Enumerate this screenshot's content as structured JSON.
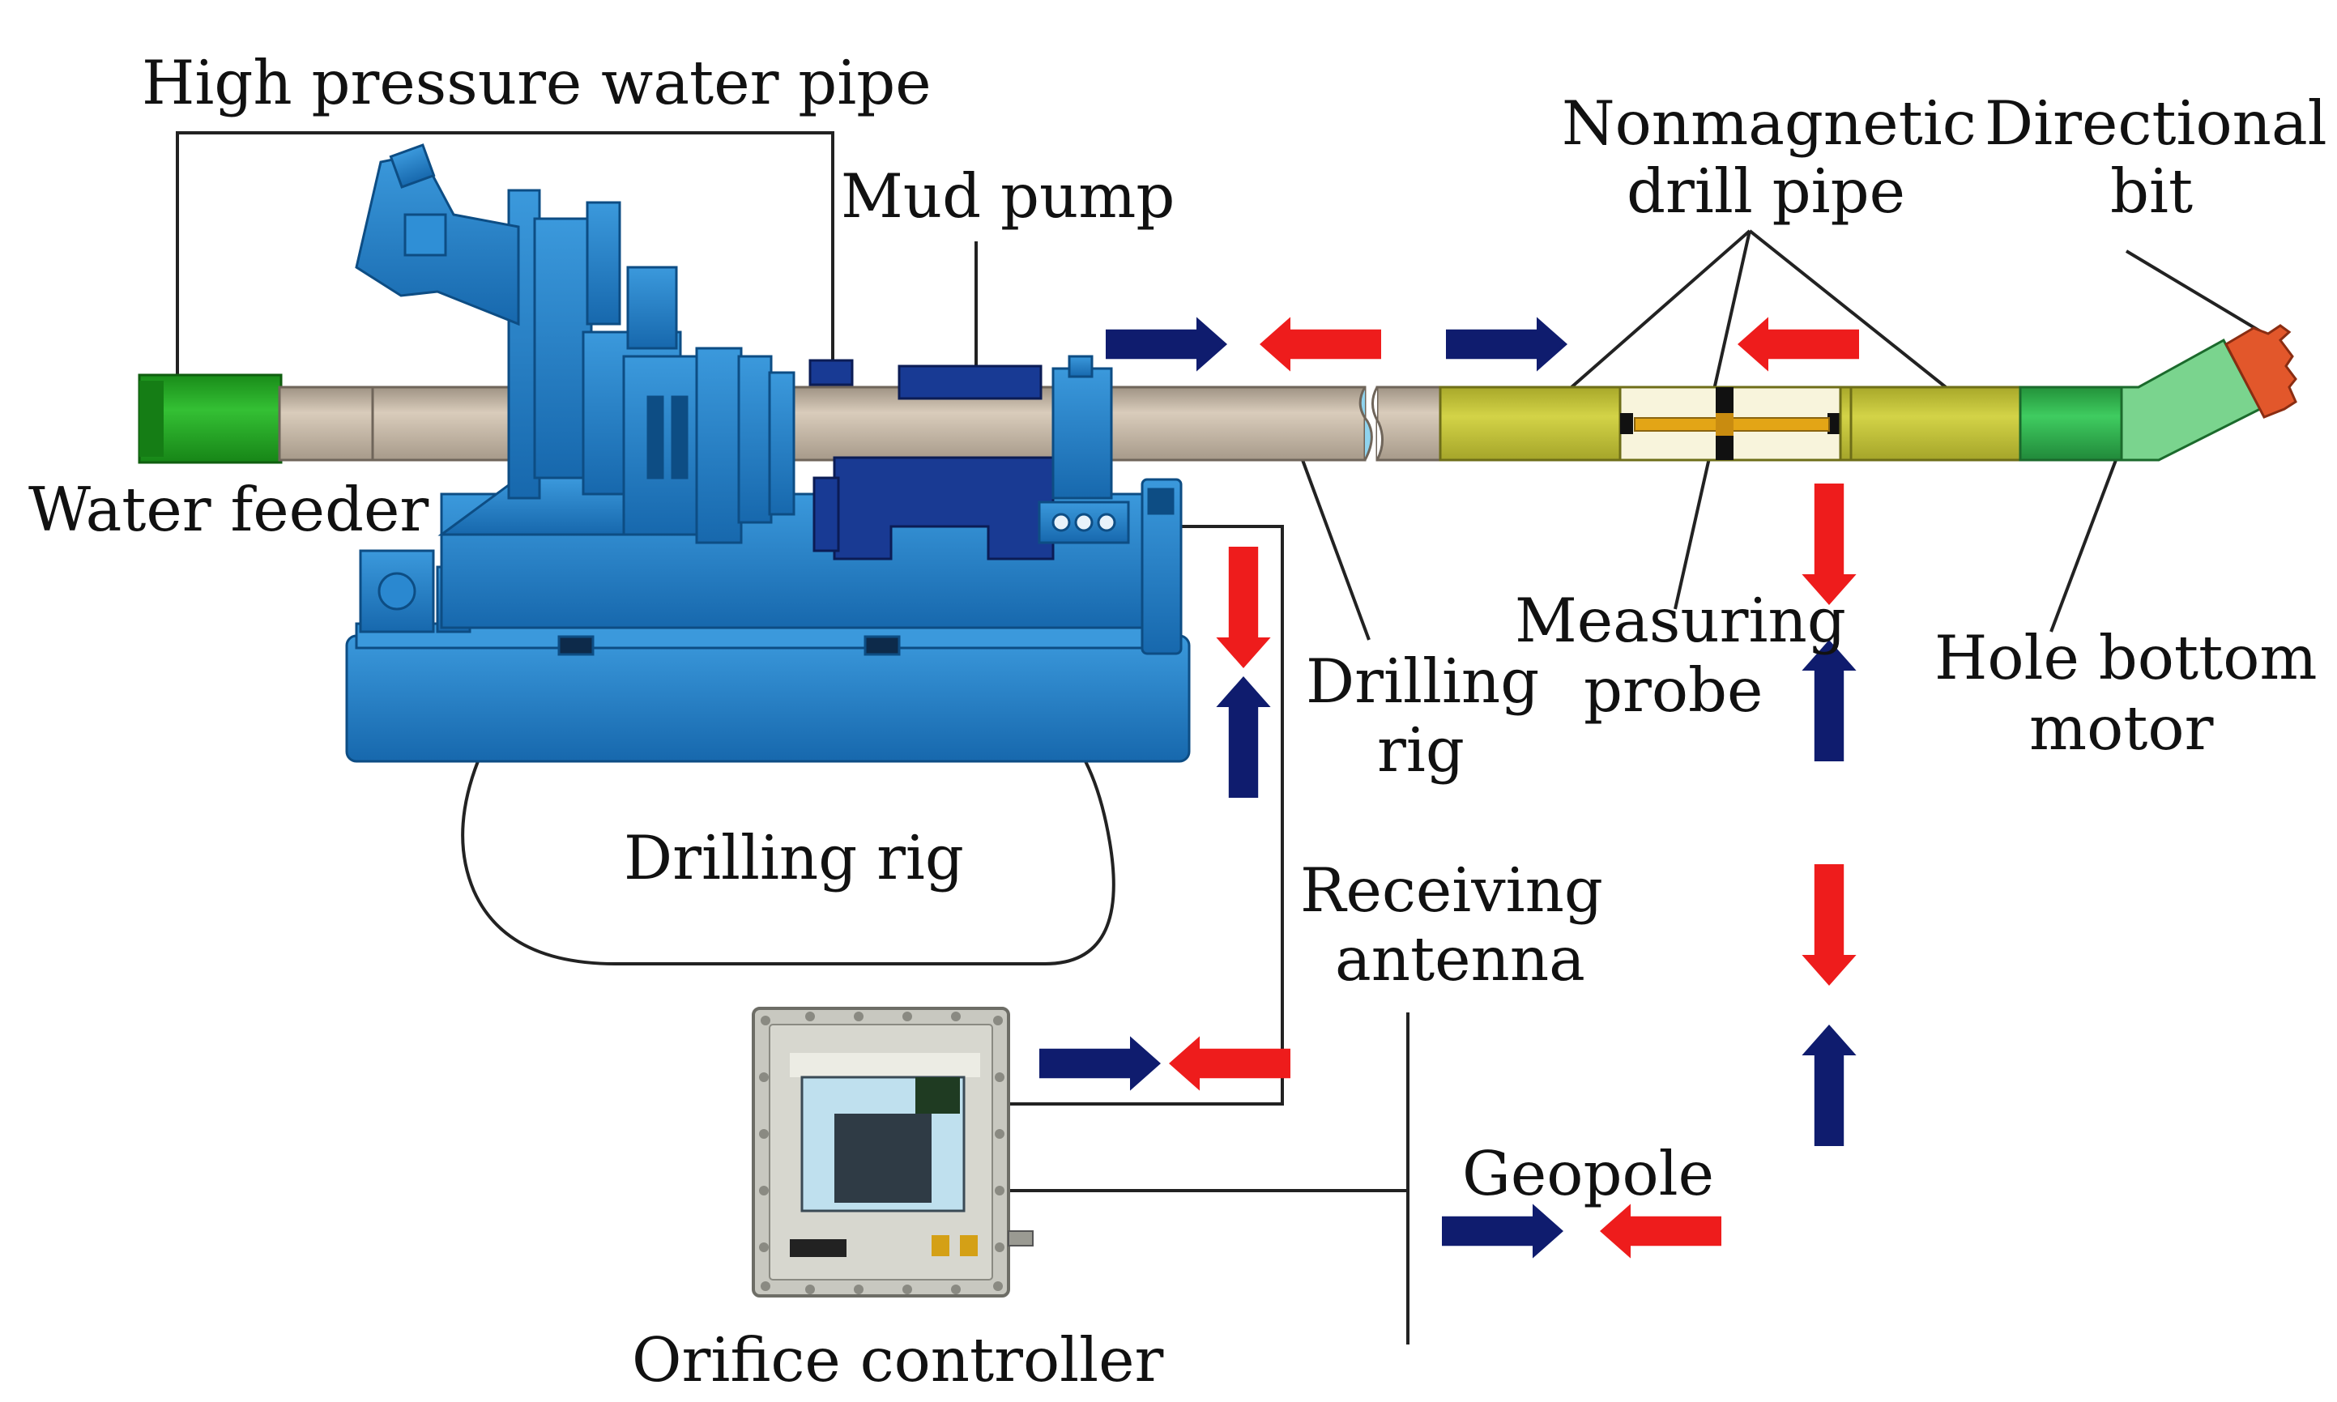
{
  "labels": {
    "high_pressure_water_pipe": "High pressure water pipe",
    "mud_pump": "Mud pump",
    "nonmagnetic_l1": "Nonmagnetic",
    "nonmagnetic_l2": "drill pipe",
    "directional_l1": "Directional",
    "directional_l2": "bit",
    "water_feeder": "Water feeder",
    "drilling_rig_pipe_l1": "Drilling",
    "drilling_rig_pipe_l2": "rig",
    "measuring_l1": "Measuring",
    "measuring_l2": "probe",
    "hole_bottom_l1": "Hole bottom",
    "hole_bottom_l2": "motor",
    "drilling_rig": "Drilling rig",
    "receiving_l1": "Receiving",
    "receiving_l2": "antenna",
    "geopole": "Geopole",
    "orifice_controller": "Orifice controller"
  },
  "colors": {
    "forward_arrow": "#0f1c6e",
    "reverse_arrow": "#ee1c1c",
    "rig_blue": "#1d7fc7",
    "pipe_gray": "#c9bba8",
    "water_feeder_green": "#1fa31f",
    "nonmagnetic_yellow": "#c7c73a",
    "motor_green": "#2fae4a",
    "bit_orange": "#e2572b"
  }
}
